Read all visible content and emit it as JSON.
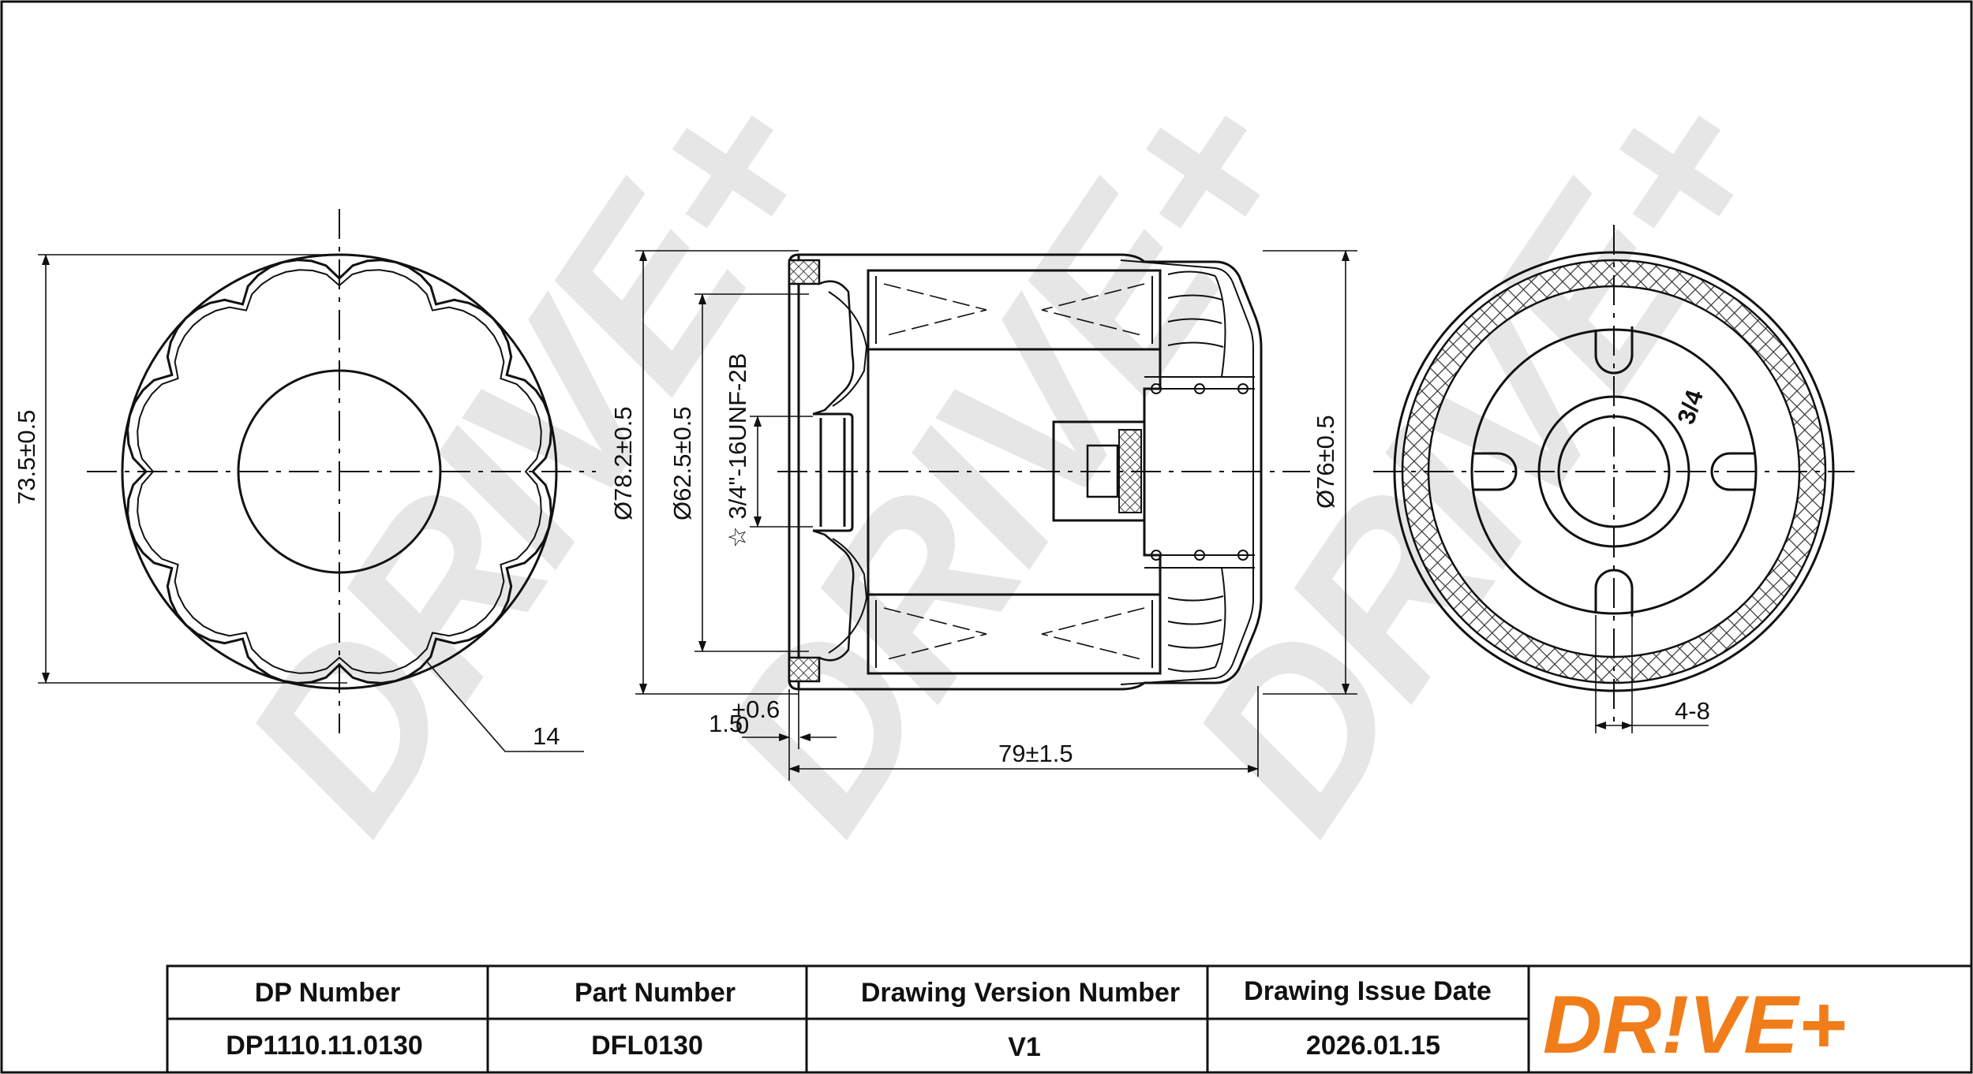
{
  "watermark": {
    "text": "DRIVE+",
    "color": "#e4e4e4"
  },
  "drawing": {
    "line_color": "#111111",
    "mesh_color": "#555555",
    "dimensions": {
      "height": "73.5±0.5",
      "hex_flats": "14",
      "outer_diameter": "Ø78.2±0.5",
      "gasket_diameter": "Ø62.5±0.5",
      "thread": "☆ 3/4\"-16UNF-2B",
      "gasket_offset_base": "1.5",
      "gasket_offset_upper": "+0.6",
      "gasket_offset_lower": "0",
      "length": "79±1.5",
      "body_diameter": "Ø76±0.5",
      "slot_width": "4-8",
      "thread_mark": "3/4"
    }
  },
  "title_block": {
    "headers": {
      "dp_number": "DP Number",
      "part_number": "Part Number",
      "version": "Drawing Version Number",
      "issue_date": "Drawing Issue Date"
    },
    "values": {
      "dp_number": "DP1110.11.0130",
      "part_number": "DFL0130",
      "version": "V1",
      "issue_date": "2026.01.15"
    },
    "logo": {
      "text": "DR!VE+",
      "color": "#f07d1a"
    }
  }
}
